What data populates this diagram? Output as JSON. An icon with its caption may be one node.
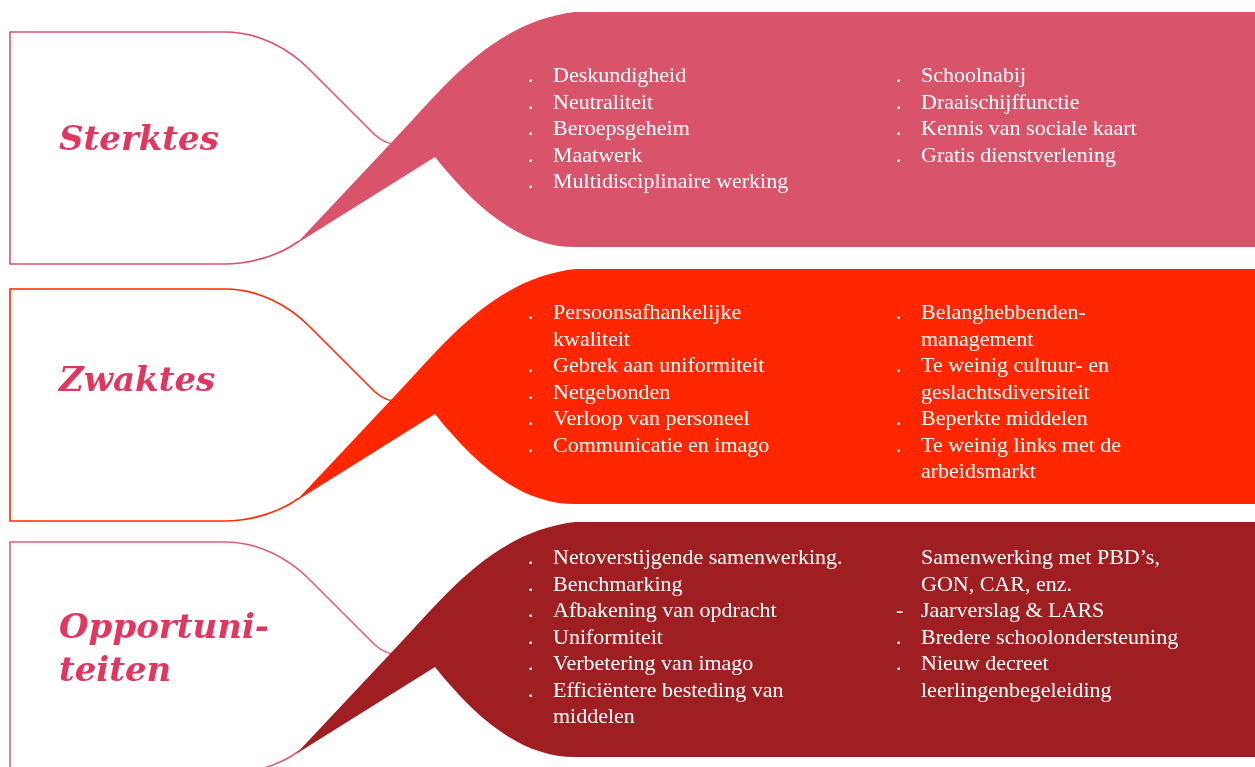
{
  "diagram": {
    "nodes": [
      {
        "text": [
          "Sterktes"
        ]
      },
      {
        "text": [
          "Deskundigheid",
          "Neutraliteit",
          "Beroepsgeheim",
          "Maatwerk",
          "Multidisciplinaire werking",
          "Schoolnabij",
          "Draaischijffunctie",
          "Kennis van sociale kaart",
          "Gratis dienstverlening"
        ]
      },
      {
        "text": [
          "Zwaktes"
        ]
      },
      {
        "text": [
          "Persoonsafhankelijke kwaliteit",
          "Gebrek aan uniformiteit",
          "Netgebonden",
          "Verloop van personeel",
          "Communicatie en imago",
          "Belanghebbenden- management",
          "Te weinig cultuur- en geslachtsdiversiteit",
          "Beperkte middelen",
          "Te weinig links met de arbeidsmarkt"
        ]
      },
      {
        "text": [
          "Opportuni- teiten"
        ]
      },
      {
        "text": [
          "Netoverstijgende samenwerking.",
          "Benchmarking",
          "Afbakening van opdracht",
          "Uniformiteit",
          "Verbetering van imago",
          "Efficiëntere besteding van middelen",
          "Samenwerking met PBD’s, GON, CAR, enz.",
          "Jaarverslag & LARS",
          "Bredere schoolondersteuning",
          "Nieuw decreet leerlingenbegeleiding"
        ]
      }
    ],
    "labels": [
      ".",
      ".",
      ".",
      ".",
      ".",
      ".",
      ".",
      ".",
      ".",
      ".",
      ".",
      ".",
      ".",
      ".",
      ".",
      ".",
      ".",
      ".",
      ".",
      ".",
      ".",
      ".",
      ".",
      ".",
      "-",
      ".",
      "."
    ]
  }
}
